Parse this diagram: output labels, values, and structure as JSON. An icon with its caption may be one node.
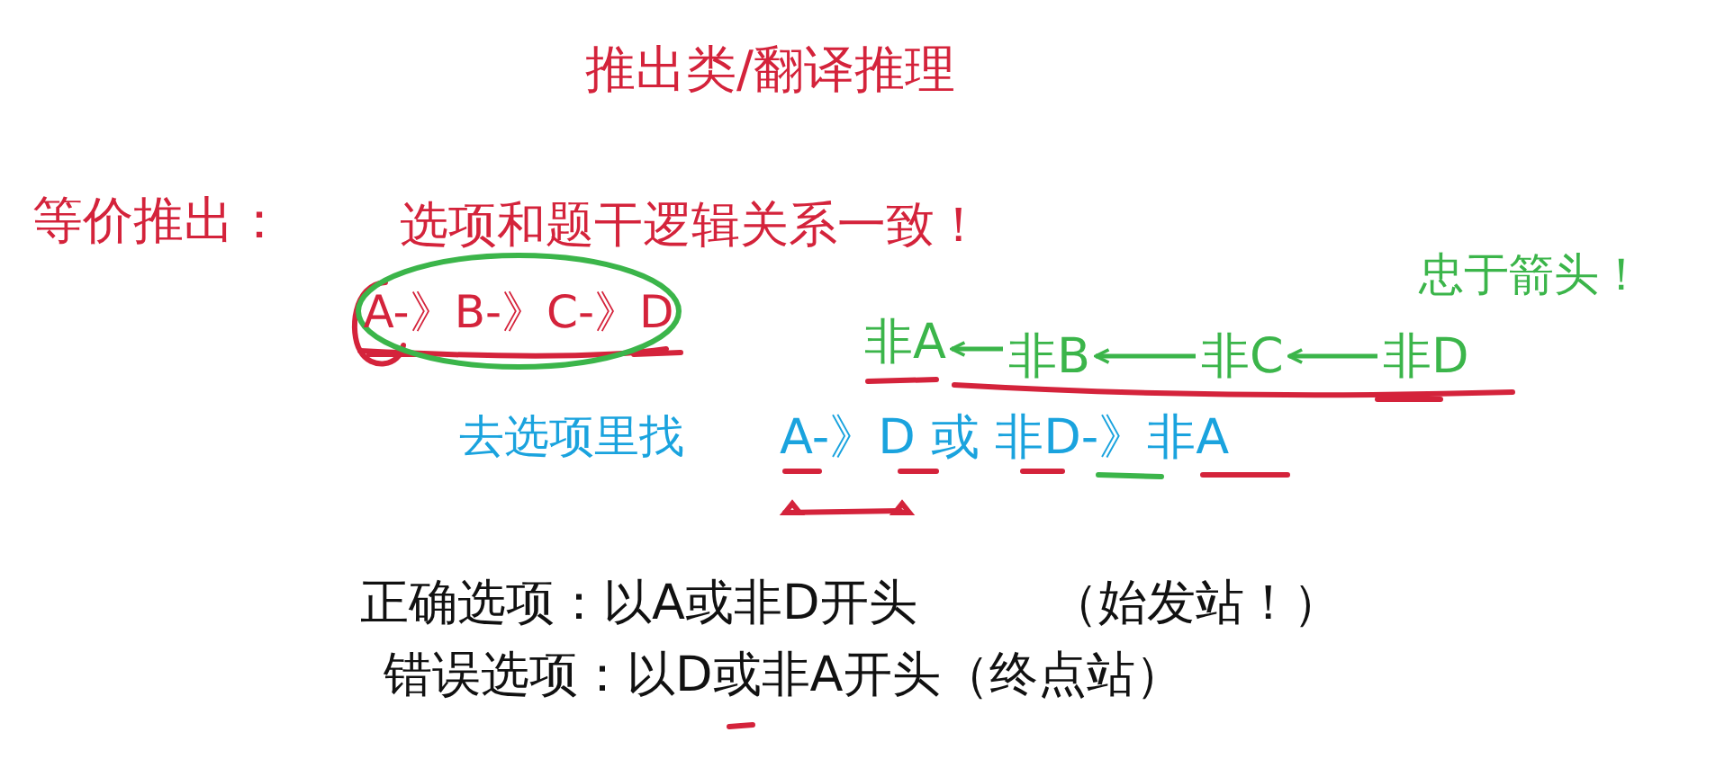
{
  "diagram": {
    "title": "推出类/翻译推理",
    "nodes": [
      {
        "text": [
          "A-》B-》C-》D"
        ]
      },
      {
        "text": [
          "非A"
        ]
      },
      {
        "text": [
          "非B"
        ]
      },
      {
        "text": [
          "非C"
        ]
      },
      {
        "text": [
          "非D"
        ]
      }
    ],
    "edges": [
      {
        "from": 2,
        "to": 1,
        "arrow": "to"
      },
      {
        "from": 3,
        "to": 2,
        "arrow": "to"
      },
      {
        "from": 4,
        "to": 3,
        "arrow": "to"
      }
    ],
    "labels": [
      "等价推出：",
      "选项和题干逻辑关系一致！",
      "忠于箭头！",
      "去选项里找",
      "A-》D 或 非D-》非A",
      "正确选项：以A或非D开头",
      "（始发站！）",
      "错误选项：以D或非A开头（终点站）"
    ]
  }
}
